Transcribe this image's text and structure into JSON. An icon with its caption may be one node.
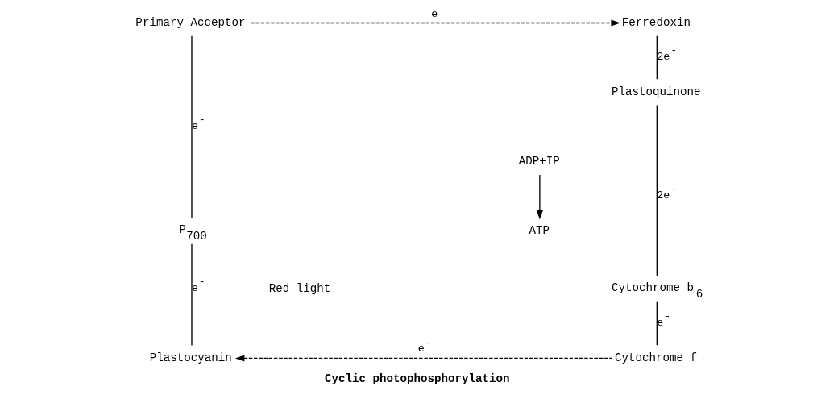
{
  "diagram": {
    "caption": "Cyclic photophosphorylation",
    "nodes": [
      {
        "text": [
          "Primary Acceptor"
        ]
      },
      {
        "text": [
          "Ferredoxin"
        ]
      },
      {
        "text": [
          "Plastoquinone"
        ]
      },
      {
        "text": [
          "ADP+IP"
        ]
      },
      {
        "text": [
          "P$_{700}$"
        ]
      },
      {
        "text": [
          "ATP"
        ]
      },
      {
        "text": [
          "Cytochrome b$_{6}$"
        ]
      },
      {
        "text": [
          "Plastocyanin"
        ]
      },
      {
        "text": [
          "Cytochrome f"
        ]
      }
    ],
    "edges": [
      {
        "from": 0,
        "to": 1,
        "arrow": "to",
        "style": "dashed",
        "label": "e"
      },
      {
        "from": 1,
        "to": 2,
        "arrow": "none",
        "label": "2e$^{-}$"
      },
      {
        "from": 0,
        "to": 4,
        "arrow": "none",
        "label": "e$^{-}$"
      },
      {
        "from": 2,
        "to": 6,
        "arrow": "none",
        "label": "2e$^{-}$"
      },
      {
        "from": 3,
        "to": 5,
        "arrow": "to"
      },
      {
        "from": 4,
        "to": 7,
        "arrow": "none",
        "label": "e$^{-}$"
      },
      {
        "from": 6,
        "to": 8,
        "arrow": "none",
        "label": "e$^{-}$"
      },
      {
        "from": 8,
        "to": 7,
        "arrow": "to",
        "style": "dashed",
        "label": "e$^{-}$"
      }
    ],
    "labels": [
      "Red light"
    ]
  }
}
